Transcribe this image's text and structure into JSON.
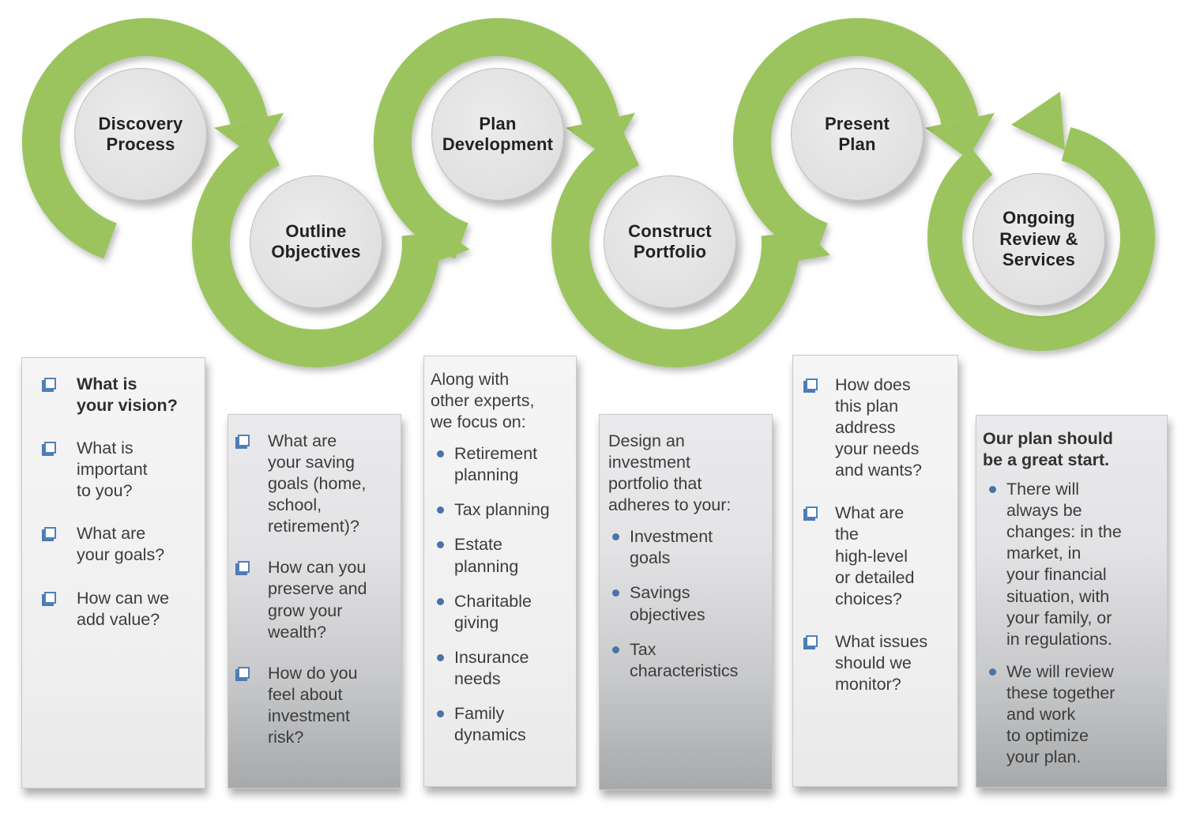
{
  "palette": {
    "arrow_green": "#9BC45F",
    "circle_fill": "#E2E2E2",
    "checkbox_blue": "#5081BD",
    "bullet_blue": "#4A73A8",
    "text_dark": "#3C3C3C"
  },
  "stages": [
    {
      "label": "Discovery\nProcess"
    },
    {
      "label": "Outline\nObjectives"
    },
    {
      "label": "Plan\nDevelopment"
    },
    {
      "label": "Construct\nPortfolio"
    },
    {
      "label": "Present\nPlan"
    },
    {
      "label": "Ongoing\nReview &\nServices"
    }
  ],
  "panels": [
    {
      "style": "checklist",
      "items": [
        {
          "text": "What is\nyour vision?",
          "bold": true
        },
        {
          "text": "What is\nimportant\nto you?"
        },
        {
          "text": "What are\nyour goals?"
        },
        {
          "text": "How can we\nadd value?"
        }
      ]
    },
    {
      "style": "checklist",
      "items": [
        {
          "text": "What are\nyour saving\ngoals (home,\nschool,\nretirement)?"
        },
        {
          "text": "How can you\npreserve and\ngrow your\nwealth?"
        },
        {
          "text": "How do you\nfeel about\ninvestment\nrisk?"
        }
      ]
    },
    {
      "style": "bullets",
      "intro": "Along with\nother experts,\nwe focus on:",
      "items": [
        {
          "text": "Retirement\nplanning"
        },
        {
          "text": "Tax planning"
        },
        {
          "text": "Estate\nplanning"
        },
        {
          "text": "Charitable\ngiving"
        },
        {
          "text": "Insurance\nneeds"
        },
        {
          "text": "Family\ndynamics"
        }
      ]
    },
    {
      "style": "bullets",
      "intro": "Design an\ninvestment\nportfolio that\nadheres to your:",
      "items": [
        {
          "text": "Investment\ngoals"
        },
        {
          "text": "Savings\nobjectives"
        },
        {
          "text": "Tax\ncharacteristics"
        }
      ]
    },
    {
      "style": "checklist",
      "items": [
        {
          "text": "How does\nthis plan\naddress\nyour needs\nand wants?"
        },
        {
          "text": "What are\nthe\nhigh-level\nor detailed\nchoices?"
        },
        {
          "text": "What issues\nshould we\nmonitor?"
        }
      ]
    },
    {
      "style": "bullets",
      "intro": "Our plan should\nbe a great start.",
      "intro_bold": true,
      "items": [
        {
          "text": "There will\nalways be\nchanges: in the\nmarket, in\nyour financial\nsituation, with\nyour family, or\nin regulations."
        },
        {
          "text": "We will review\nthese together\nand work\n to optimize\nyour plan."
        }
      ]
    }
  ]
}
